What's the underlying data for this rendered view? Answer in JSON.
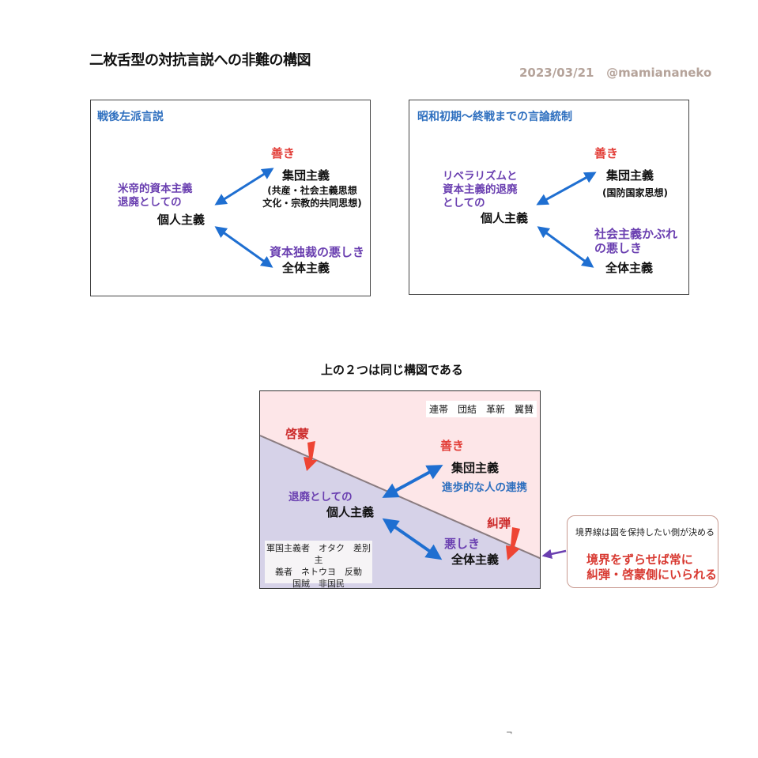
{
  "header": {
    "title": "二枚舌型の対抗言説への非難の構図",
    "date": "2023/03/21",
    "handle": "@mamiananeko"
  },
  "panel_left": {
    "title": "戦後左派言説",
    "good": "善き",
    "collective": "集団主義",
    "collective_note_1": "(共産・社会主義思想",
    "collective_note_2": "文化・宗教的共同思想)",
    "ind_desc_1": "米帝的資本主義",
    "ind_desc_2": "退廃としての",
    "individual": "個人主義",
    "evil": "資本独裁の悪しき",
    "totalism": "全体主義"
  },
  "panel_right": {
    "title": "昭和初期～終戦までの言論統制",
    "good": "善き",
    "collective": "集団主義",
    "collective_note": "(国防国家思想)",
    "ind_desc_1": "リベラリズムと",
    "ind_desc_2": "資本主義的退廃",
    "ind_desc_3": "としての",
    "individual": "個人主義",
    "evil_1": "社会主義かぶれ",
    "evil_2": "の悪しき",
    "totalism": "全体主義"
  },
  "middle": {
    "caption": "上の２つは同じ構図である"
  },
  "diagram": {
    "top_tags": "連帯　団結　革新　翼賛",
    "enlighten": "啓蒙",
    "good": "善き",
    "collective": "集団主義",
    "progressive": "進歩的な人の連携",
    "ind_desc": "退廃としての",
    "individual": "個人主義",
    "denounce": "糾弾",
    "evil": "悪しき",
    "totalism": "全体主義",
    "bottom_tags_1": "軍国主義者　オタク　差別主",
    "bottom_tags_2": "義者　ネトウヨ　反動",
    "bottom_tags_3": "国賊　非国民"
  },
  "callout": {
    "note": "境界線は図を保持したい側が決める",
    "claim_1": "境界をずらせば常に",
    "claim_2": "糾弾・啓蒙側にいられる"
  },
  "footer": {
    "mark": "¬"
  },
  "colors": {
    "blue_arrow": "#1f6fd1",
    "red_arrow": "#ee4433",
    "upper_region": "#fde6e8",
    "lower_region": "#d6d2e8",
    "purple_text": "#6a3fb0",
    "red_text": "#e23c36"
  }
}
